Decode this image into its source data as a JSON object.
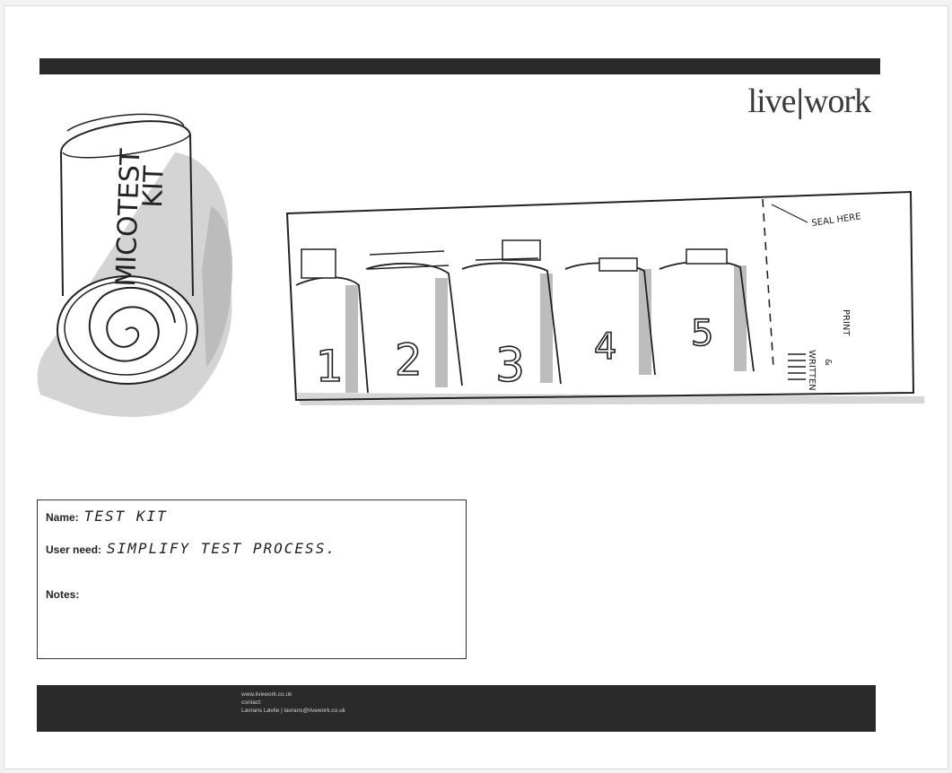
{
  "brand": {
    "left": "live",
    "separator": "|",
    "right": "work"
  },
  "sketch": {
    "tube_label_line1": "MICOTEST",
    "tube_label_line2": "KIT",
    "compartments": [
      "1",
      "2",
      "3",
      "4",
      "5"
    ],
    "annotation_top": "SEAL HERE",
    "annotation_side_1": "WRITTEN",
    "annotation_side_2": "&",
    "annotation_side_3": "PRINT"
  },
  "form": {
    "name_label": "Name:",
    "name_value": "TEST KIT",
    "user_need_label": "User need:",
    "user_need_value": "SIMPLIFY TEST PROCESS.",
    "notes_label": "Notes:",
    "notes_value": ""
  },
  "footer": {
    "line1": "www.livework.co.uk",
    "line2": "contact:",
    "line3": "Lavrans Løvlie | lavrans@livework.co.uk"
  }
}
